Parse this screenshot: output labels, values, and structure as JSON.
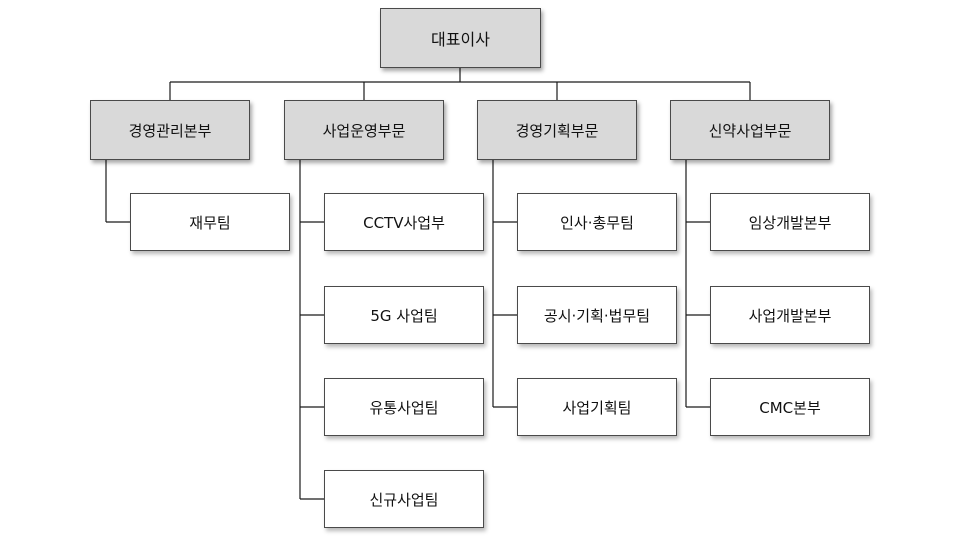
{
  "top": {
    "label": "대표이사"
  },
  "divisions": [
    {
      "label": "경영관리본부",
      "teams": [
        "재무팀"
      ]
    },
    {
      "label": "사업운영부문",
      "teams": [
        "CCTV사업부",
        "5G 사업팀",
        "유통사업팀",
        "신규사업팀"
      ]
    },
    {
      "label": "경영기획부문",
      "teams": [
        "인사·총무팀",
        "공시·기획·법무팀",
        "사업기획팀"
      ]
    },
    {
      "label": "신약사업부문",
      "teams": [
        "임상개발본부",
        "사업개발본부",
        "CMC본부"
      ]
    }
  ]
}
